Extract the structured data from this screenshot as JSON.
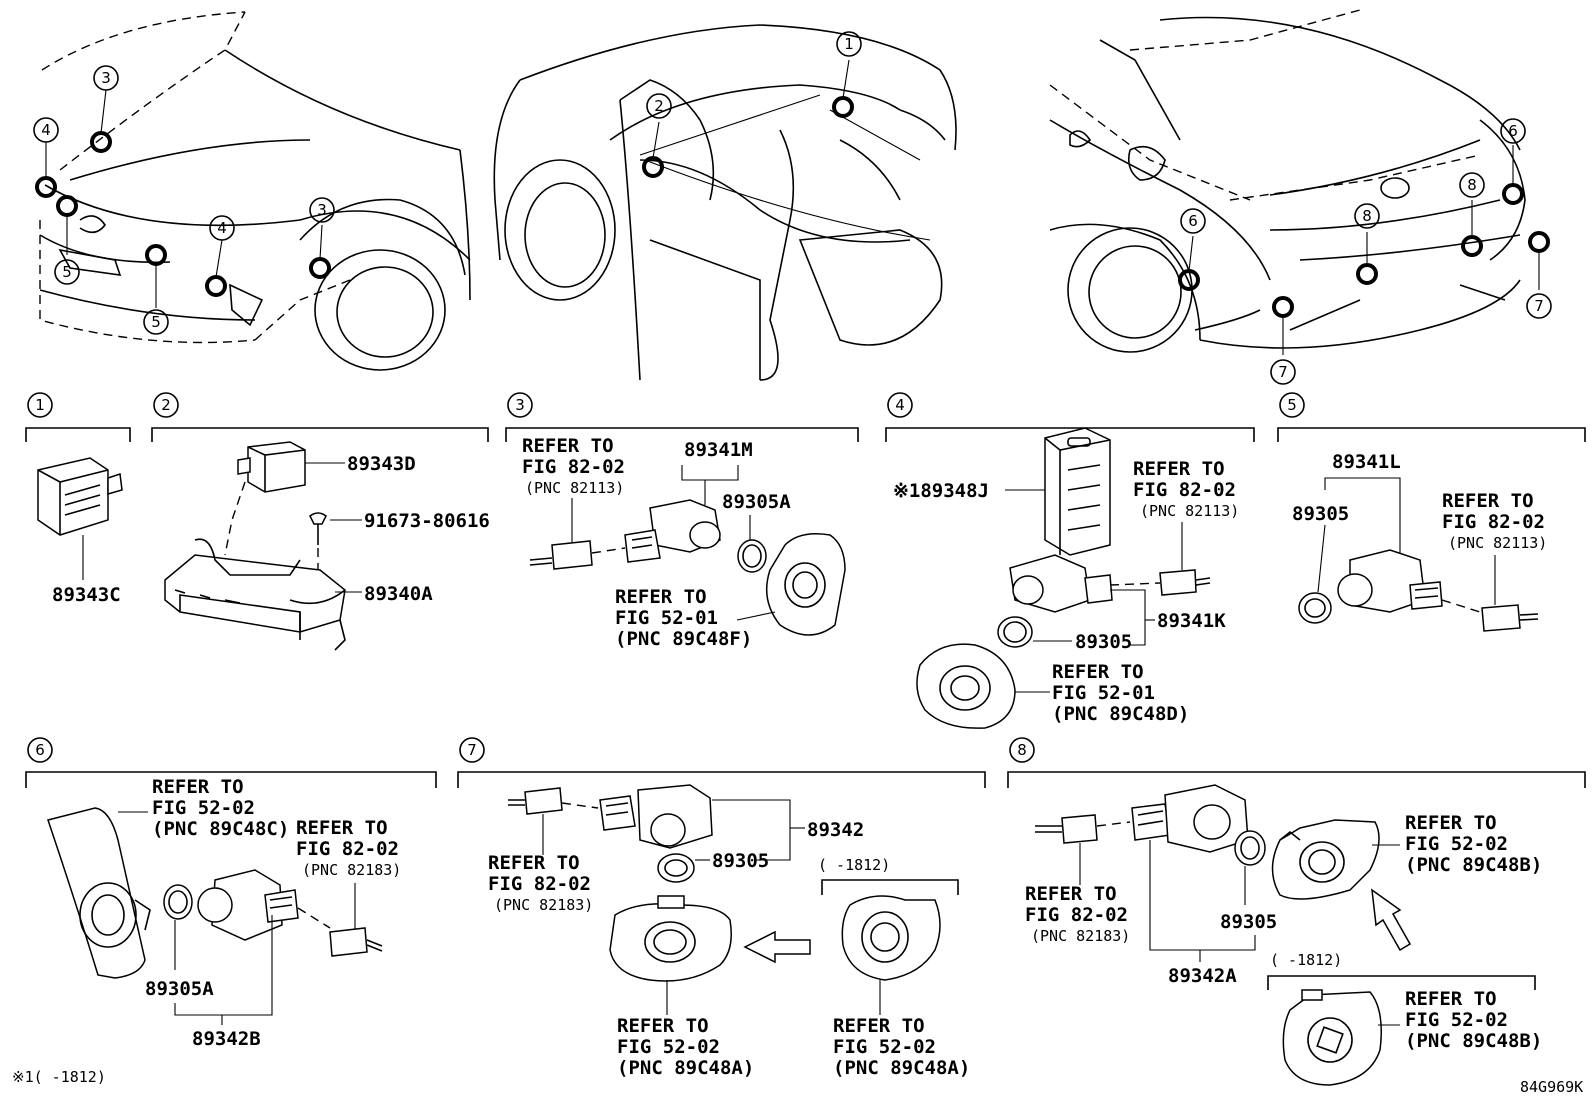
{
  "circle_labels": [
    "1",
    "2",
    "3",
    "4",
    "5",
    "6",
    "7",
    "8"
  ],
  "sections": {
    "s1": {
      "num": "1",
      "parts": [
        "89343C"
      ]
    },
    "s2": {
      "num": "2",
      "parts": [
        "89343D",
        "91673-80616",
        "89340A"
      ]
    },
    "s3": {
      "num": "3",
      "parts": [
        "89341M",
        "89305A"
      ],
      "refer1": [
        "REFER TO",
        "FIG 82-02",
        "(PNC 82113)"
      ],
      "refer2": [
        "REFER TO",
        "FIG 52-01",
        "(PNC 89C48F)"
      ]
    },
    "s4": {
      "num": "4",
      "parts": [
        "※189348J",
        "89341K",
        "89305"
      ],
      "refer1": [
        "REFER TO",
        "FIG 82-02",
        "(PNC 82113)"
      ],
      "refer2": [
        "REFER TO",
        "FIG 52-01",
        "(PNC 89C48D)"
      ]
    },
    "s5": {
      "num": "5",
      "parts": [
        "89341L",
        "89305"
      ],
      "refer1": [
        "REFER TO",
        "FIG 82-02",
        "(PNC 82113)"
      ]
    },
    "s6": {
      "num": "6",
      "parts": [
        "89305A",
        "89342B"
      ],
      "refer1": [
        "REFER TO",
        "FIG 52-02",
        "(PNC 89C48C)"
      ],
      "refer2": [
        "REFER TO",
        "FIG 82-02",
        "(PNC 82183)"
      ]
    },
    "s7": {
      "num": "7",
      "parts": [
        "89342",
        "89305"
      ],
      "range": "(    -1812)",
      "refer1": [
        "REFER TO",
        "FIG 82-02",
        "(PNC 82183)"
      ],
      "refer2": [
        "REFER TO",
        "FIG 52-02",
        "(PNC 89C48A)"
      ],
      "refer3": [
        "REFER TO",
        "FIG 52-02",
        "(PNC 89C48A)"
      ]
    },
    "s8": {
      "num": "8",
      "parts": [
        "89305",
        "89342A"
      ],
      "range": "(    -1812)",
      "refer1": [
        "REFER TO",
        "FIG 82-02",
        "(PNC 82183)"
      ],
      "refer2": [
        "REFER TO",
        "FIG 52-02",
        "(PNC 89C48B)"
      ],
      "refer3": [
        "REFER TO",
        "FIG 52-02",
        "(PNC 89C48B)"
      ]
    }
  },
  "footnote": "※1(     -1812)",
  "figure_code": "84G969K"
}
